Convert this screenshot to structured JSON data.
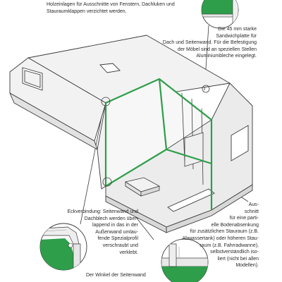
{
  "captions": {
    "top": [
      "Holzeinlagen für Ausschnitte von Fenstern, Dachluken und",
      "Stauraumklappen verzichtet werden."
    ],
    "sandwich": [
      "Die 45 mm starke",
      "Sandwichplatte für",
      "Dach und Seitenwand. Für die Befestigung",
      "der Möbel sind an speziellen Stellen",
      "Aluminiumbleche eingelegt."
    ],
    "corner": [
      "Eckverbindung: Seitenwand und",
      "Dachblech werden über-",
      "lappend in das in der",
      "Außenwand umlau-",
      "fende Spezialprofil",
      "verschraubt und",
      "verklebt."
    ],
    "cutout": [
      "Aus-",
      "schnitt",
      "für eine parti-",
      "elle Bodenabsenkung",
      "für zusätzlichen Stauraum (z.B.",
      "Abwassertank) oder höheren Stau-",
      "raum (z.B. Fahrradwanne),",
      "selbstverständlich iso-",
      "liert (nicht bei allen",
      "Modellen)."
    ],
    "bottom": [
      "Der Winkel der Seitenwand"
    ]
  },
  "colors": {
    "accent": "#2e9e4a",
    "line": "#3a3a3a",
    "panel": "#f2f2f2",
    "shade": "#e2e2e2"
  }
}
